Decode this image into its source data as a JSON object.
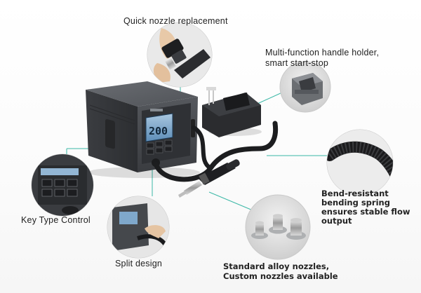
{
  "features": {
    "quick_nozzle": "Quick nozzle replacement",
    "handle_holder_1": "Multi-function handle holder,",
    "handle_holder_2": "smart start-stop",
    "spring_1": "Bend-resistant",
    "spring_2": "bending spring",
    "spring_3": "ensures stable flow",
    "spring_4": "output",
    "key_type": "Key Type Control",
    "split": "Split design",
    "nozzles_1": "Standard alloy nozzles,",
    "nozzles_2": "Custom nozzles available"
  },
  "display": {
    "reading": "200"
  },
  "colors": {
    "callout_line": "#3bb8a6",
    "body_dark": "#4a4d52",
    "display_blue": "#2d5d86"
  }
}
